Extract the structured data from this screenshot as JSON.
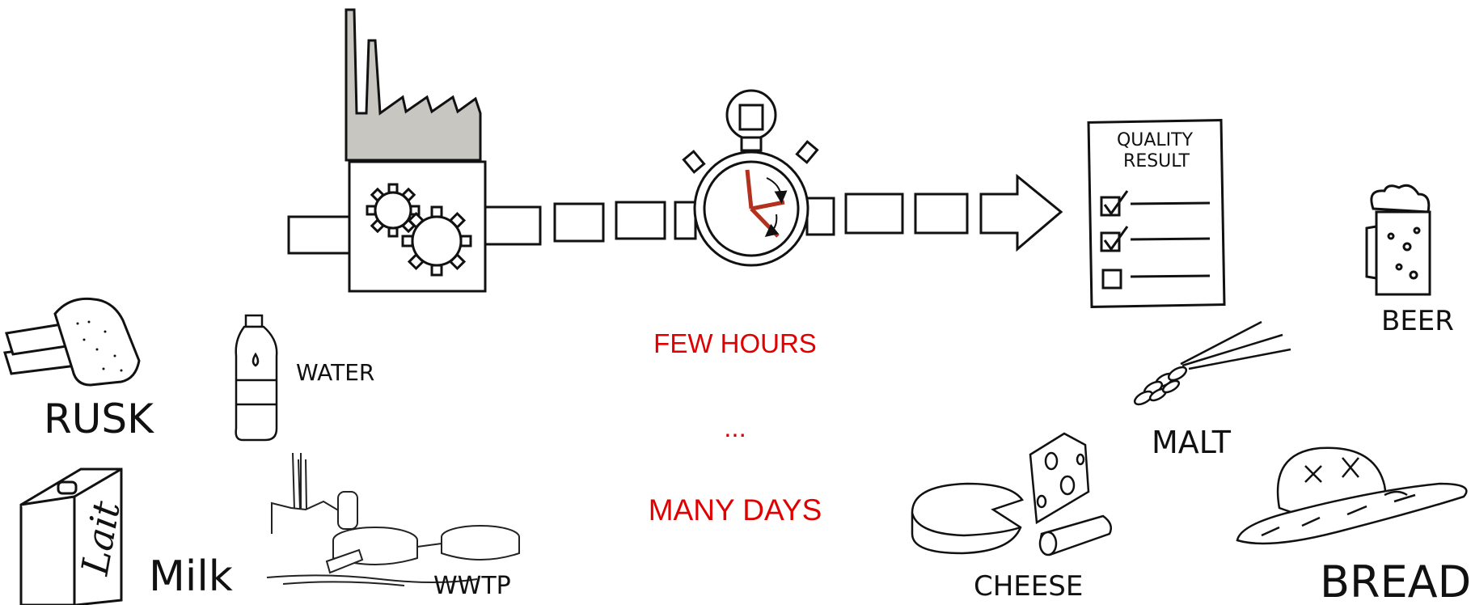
{
  "process": {
    "quality_report_title_line1": "QUALITY",
    "quality_report_title_line2": "RESULT"
  },
  "timing": {
    "short": "FEW HOURS",
    "ellipsis": "...",
    "long": "MANY DAYS"
  },
  "foods": {
    "rusk": "RUSK",
    "water": "WATER",
    "milk": "Milk",
    "milk_carton_text": "Lait",
    "wwtp": "WWTP",
    "cheese": "CHEESE",
    "malt": "MALT",
    "beer": "BEER",
    "bread": "BREAD"
  },
  "colors": {
    "highlight": "#e00000",
    "factory_roof": "#c8c6c0",
    "clock_hand": "#b2321f"
  }
}
